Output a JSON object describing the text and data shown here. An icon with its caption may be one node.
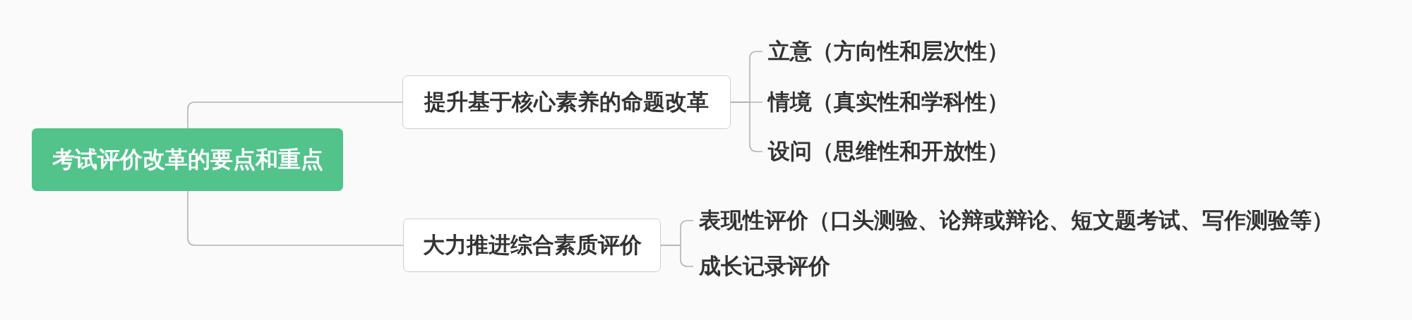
{
  "diagram": {
    "nodes": [
      {
        "text": [
          "考试评价改革的要点和重点"
        ]
      },
      {
        "text": [
          "提升基于核心素养的命题改革"
        ]
      },
      {
        "text": [
          "立意（方向性和层次性）"
        ]
      },
      {
        "text": [
          "情境（真实性和学科性）"
        ]
      },
      {
        "text": [
          "设问（思维性和开放性）"
        ]
      },
      {
        "text": [
          "大力推进综合素质评价"
        ]
      },
      {
        "text": [
          "表现性评价（口头测验、论辩或辩论、短文题考试、写作测验等）"
        ]
      },
      {
        "text": [
          "成长记录评价"
        ]
      }
    ],
    "edges": [
      {
        "from": 0,
        "to": 1,
        "arrow": "none"
      },
      {
        "from": 1,
        "to": 2,
        "arrow": "none"
      },
      {
        "from": 1,
        "to": 3,
        "arrow": "none"
      },
      {
        "from": 1,
        "to": 4,
        "arrow": "none"
      },
      {
        "from": 0,
        "to": 5,
        "arrow": "none"
      },
      {
        "from": 5,
        "to": 6,
        "arrow": "none"
      },
      {
        "from": 5,
        "to": 7,
        "arrow": "none"
      }
    ]
  }
}
